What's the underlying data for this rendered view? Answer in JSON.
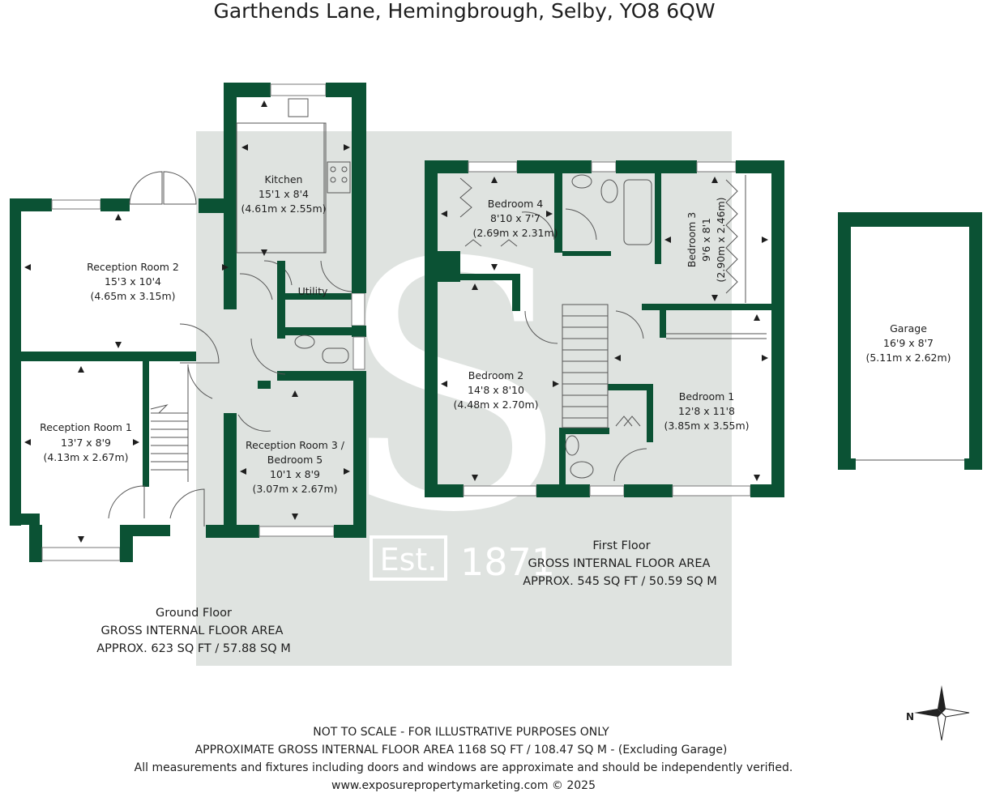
{
  "title": "Garthends Lane, Hemingbrough, Selby, YO8 6QW",
  "watermark": {
    "est": "Est.",
    "year": "1871",
    "letter": "S"
  },
  "rooms": {
    "kitchen": {
      "name": "Kitchen",
      "dims": "15'1 x 8'4",
      "metric": "(4.61m x 2.55m)"
    },
    "reception2": {
      "name": "Reception Room 2",
      "dims": "15'3 x 10'4",
      "metric": "(4.65m x 3.15m)"
    },
    "utility": {
      "name": "Utility"
    },
    "reception1": {
      "name": "Reception Room 1",
      "dims": "13'7 x 8'9",
      "metric": "(4.13m x 2.67m)"
    },
    "reception3": {
      "name1": "Reception Room 3 /",
      "name2": "Bedroom 5",
      "dims": "10'1 x 8'9",
      "metric": "(3.07m x 2.67m)"
    },
    "bedroom4": {
      "name": "Bedroom 4",
      "dims": "8'10 x 7'7",
      "metric": "(2.69m x 2.31m)"
    },
    "bedroom3": {
      "name": "Bedroom 3",
      "dims": "9'6 x 8'1",
      "metric": "(2.90m x 2.46m)"
    },
    "bedroom2": {
      "name": "Bedroom 2",
      "dims": "14'8 x 8'10",
      "metric": "(4.48m x 2.70m)"
    },
    "bedroom1": {
      "name": "Bedroom 1",
      "dims": "12'8 x 11'8",
      "metric": "(3.85m x 3.55m)"
    },
    "garage": {
      "name": "Garage",
      "dims": "16'9 x 8'7",
      "metric": "(5.11m x 2.62m)"
    }
  },
  "floors": {
    "ground": {
      "name": "Ground Floor",
      "label": "GROSS INTERNAL FLOOR AREA",
      "approx": "APPROX. 623 SQ FT / 57.88 SQ M"
    },
    "first": {
      "name": "First Floor",
      "label": "GROSS INTERNAL FLOOR AREA",
      "approx": "APPROX. 545 SQ FT / 50.59 SQ M"
    }
  },
  "compass": {
    "letter": "N"
  },
  "footer": {
    "line1": "NOT TO SCALE - FOR ILLUSTRATIVE PURPOSES ONLY",
    "line2": "APPROXIMATE GROSS INTERNAL FLOOR AREA 1168 SQ FT / 108.47 SQ M - (Excluding Garage)",
    "line3": "All measurements and fixtures including doors and windows are approximate and should be independently verified.",
    "line4": "www.exposurepropertymarketing.com © 2025"
  },
  "colors": {
    "wall": "#0b5234",
    "watermark": "#dfe3e0",
    "background": "#ffffff"
  }
}
